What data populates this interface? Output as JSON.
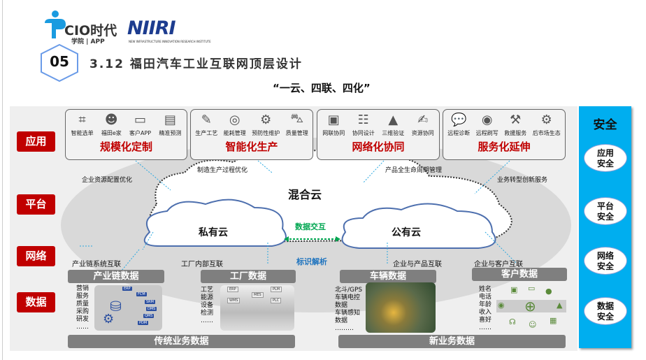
{
  "logos": {
    "cio_main": "CIO时代",
    "cio_sub": "学院 | APP",
    "niiri": "NIIRI",
    "niiri_sub": "NEW INFRASTRUCTURE INNOVATION RESEARCH INSTITUTE"
  },
  "header": {
    "section_number": "05",
    "title": "3.12 福田汽车工业互联网顶层设计",
    "subtitle": "“一云、四联、四化”"
  },
  "layers": [
    "应用",
    "平台",
    "网络",
    "数据"
  ],
  "apps": [
    {
      "title": "规模化定制",
      "items": [
        "智能选单",
        "福田e家",
        "客户APP",
        "精准预测"
      ]
    },
    {
      "title": "智能化生产",
      "items": [
        "生产工艺",
        "能耗管理",
        "预防性维护",
        "质量管理"
      ]
    },
    {
      "title": "网络化协同",
      "items": [
        "网联协同",
        "协同设计",
        "三维验证",
        "资源协同"
      ]
    },
    {
      "title": "服务化延伸",
      "items": [
        "远程诊断",
        "远程刷写",
        "救援服务",
        "后市场生态"
      ]
    }
  ],
  "platform_notes": {
    "erp": "企业资源配置优化",
    "mfg": "制造生产过程优化",
    "plm": "产品全生命周期管理",
    "service": "业务转型创新服务"
  },
  "clouds": {
    "hybrid": "混合云",
    "private": "私有云",
    "public": "公有云",
    "exchange": "数据交互",
    "identity": "标识解析"
  },
  "network": {
    "chain": "产业链系统互联",
    "factory": "工厂内部互联",
    "product": "企业与产品互联",
    "customer": "企业与客户互联"
  },
  "data": {
    "chain": {
      "title": "产业链数据",
      "list": "营销\n服务\n质量\n采购\n研发\n……",
      "tags": [
        "ERP",
        "FCM",
        "SRM",
        "DMS",
        "QMS",
        "PDM"
      ]
    },
    "factory": {
      "title": "工厂数据",
      "list": "工艺\n能源\n设备\n检测\n……",
      "tags": [
        "ERP",
        "MES",
        "PLM",
        "WMS",
        "PLC"
      ]
    },
    "vehicle": {
      "title": "车辆数据",
      "list": "北斗/GPS\n车辆电控\n数据\n车辆感知\n数据\n………"
    },
    "customer": {
      "title": "客户数据",
      "list": "姓名\n电话\n年龄\n收入\n喜好\n……"
    },
    "traditional": "传统业务数据",
    "new": "新业务数据"
  },
  "security": {
    "title": "安全",
    "items": [
      [
        "应用",
        "安全"
      ],
      [
        "平台",
        "安全"
      ],
      [
        "网络",
        "安全"
      ],
      [
        "数据",
        "安全"
      ]
    ]
  },
  "colors": {
    "red": "#c00000",
    "blue": "#00aeef",
    "gray": "#7f7f7f",
    "green": "#00a651"
  }
}
